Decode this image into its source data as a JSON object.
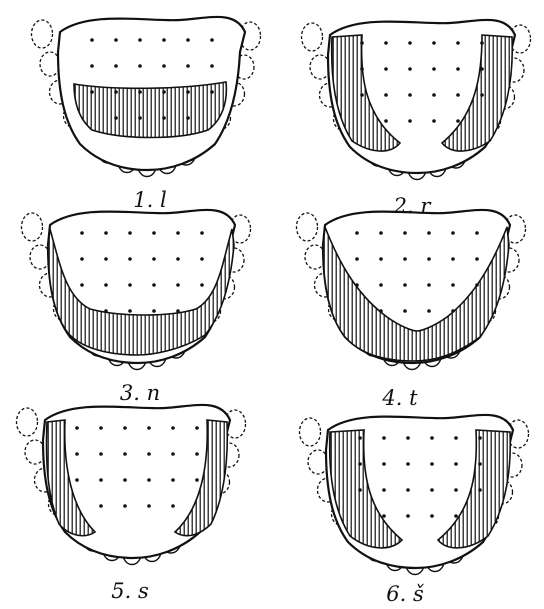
{
  "figure": {
    "panels": [
      {
        "id": "p1",
        "label": "1. l",
        "shape": "front_band"
      },
      {
        "id": "p2",
        "label": "2. r",
        "shape": "side_strips"
      },
      {
        "id": "p3",
        "label": "3. n",
        "shape": "u_band"
      },
      {
        "id": "p4",
        "label": "4. t",
        "shape": "v_band"
      },
      {
        "id": "p5",
        "label": "5. s",
        "shape": "side_strips_narrow"
      },
      {
        "id": "p6",
        "label": "6. š",
        "shape": "side_strips_wide"
      }
    ],
    "colors": {
      "ink": "#111111",
      "paper": "#ffffff"
    }
  }
}
